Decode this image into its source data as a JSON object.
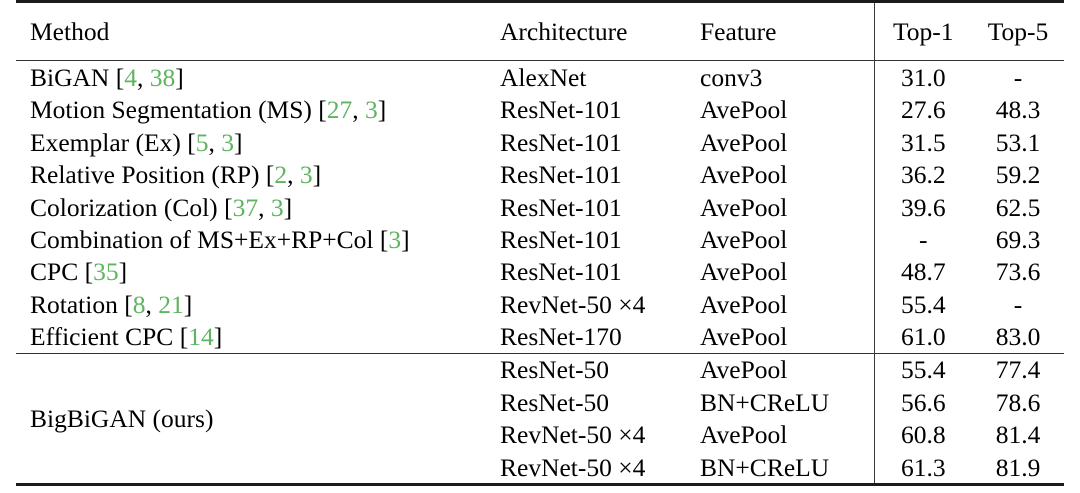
{
  "table": {
    "caption_present": false,
    "columns": [
      {
        "key": "method",
        "label": "Method"
      },
      {
        "key": "architecture",
        "label": "Architecture"
      },
      {
        "key": "feature",
        "label": "Feature"
      },
      {
        "key": "top1",
        "label": "Top-1"
      },
      {
        "key": "top5",
        "label": "Top-5"
      }
    ],
    "accent_color": "#5fb45f",
    "rule_color": "#1b1b1b",
    "prior_work": [
      {
        "method_text": "BiGAN",
        "citations": [
          "4",
          "38"
        ],
        "architecture": "AlexNet",
        "feature": "conv3",
        "top1": "31.0",
        "top5": "-"
      },
      {
        "method_text": "Motion Segmentation (MS)",
        "citations": [
          "27",
          "3"
        ],
        "architecture": "ResNet-101",
        "feature": "AvePool",
        "top1": "27.6",
        "top5": "48.3"
      },
      {
        "method_text": "Exemplar (Ex)",
        "citations": [
          "5",
          "3"
        ],
        "architecture": "ResNet-101",
        "feature": "AvePool",
        "top1": "31.5",
        "top5": "53.1"
      },
      {
        "method_text": "Relative Position (RP)",
        "citations": [
          "2",
          "3"
        ],
        "architecture": "ResNet-101",
        "feature": "AvePool",
        "top1": "36.2",
        "top5": "59.2"
      },
      {
        "method_text": "Colorization (Col)",
        "citations": [
          "37",
          "3"
        ],
        "architecture": "ResNet-101",
        "feature": "AvePool",
        "top1": "39.6",
        "top5": "62.5"
      },
      {
        "method_text": "Combination of MS+Ex+RP+Col",
        "citations": [
          "3"
        ],
        "architecture": "ResNet-101",
        "feature": "AvePool",
        "top1": "-",
        "top5": "69.3"
      },
      {
        "method_text": "CPC",
        "citations": [
          "35"
        ],
        "architecture": "ResNet-101",
        "feature": "AvePool",
        "top1": "48.7",
        "top5": "73.6"
      },
      {
        "method_text": "Rotation",
        "citations": [
          "8",
          "21"
        ],
        "architecture": "RevNet-50 ×4",
        "feature": "AvePool",
        "top1": "55.4",
        "top5": "-"
      },
      {
        "method_text": "Efficient CPC",
        "citations": [
          "14"
        ],
        "architecture": "ResNet-170",
        "feature": "AvePool",
        "top1": "61.0",
        "top5": "83.0"
      }
    ],
    "ours": {
      "label": "BigBiGAN (ours)",
      "rows": [
        {
          "architecture": "ResNet-50",
          "feature": "AvePool",
          "top1": "55.4",
          "top5": "77.4"
        },
        {
          "architecture": "ResNet-50",
          "feature": "BN+CReLU",
          "top1": "56.6",
          "top5": "78.6"
        },
        {
          "architecture": "RevNet-50 ×4",
          "feature": "AvePool",
          "top1": "60.8",
          "top5": "81.4"
        },
        {
          "architecture": "RevNet-50 ×4",
          "feature": "BN+CReLU",
          "top1": "61.3",
          "top5": "81.9"
        }
      ]
    }
  }
}
